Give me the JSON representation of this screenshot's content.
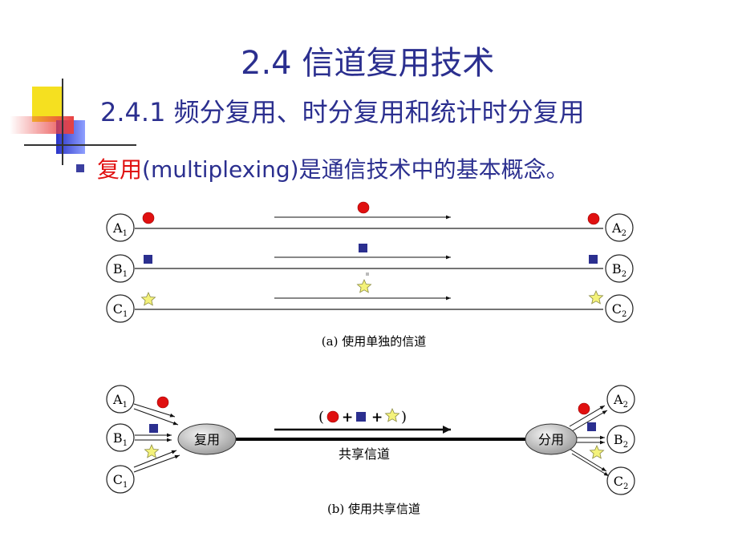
{
  "slide": {
    "title": "2.4  信道复用技术",
    "subtitle": "2.4.1  频分复用、时分复用和统计时分复用",
    "bullet_highlight": "复用",
    "bullet_rest": "(multiplexing)是通信技术中的基本概念。"
  },
  "diagram_a": {
    "nodes_left": [
      {
        "letter": "A",
        "sub": "1"
      },
      {
        "letter": "B",
        "sub": "1"
      },
      {
        "letter": "C",
        "sub": "1"
      }
    ],
    "nodes_right": [
      {
        "letter": "A",
        "sub": "2"
      },
      {
        "letter": "B",
        "sub": "2"
      },
      {
        "letter": "C",
        "sub": "2"
      }
    ],
    "caption": "(a) 使用单独的信道"
  },
  "diagram_b": {
    "mux_label": "复用",
    "demux_label": "分用",
    "channel_label": "共享信道",
    "formula_open": "(",
    "formula_plus1": "+",
    "formula_plus2": "+",
    "formula_close": ")",
    "caption": "(b) 使用共享信道"
  },
  "colors": {
    "title": "#2b2f8f",
    "highlight": "#e01010",
    "circle_mark": "#e01010",
    "square_mark": "#2b2f8f",
    "star_mark": "#f4f27a"
  }
}
